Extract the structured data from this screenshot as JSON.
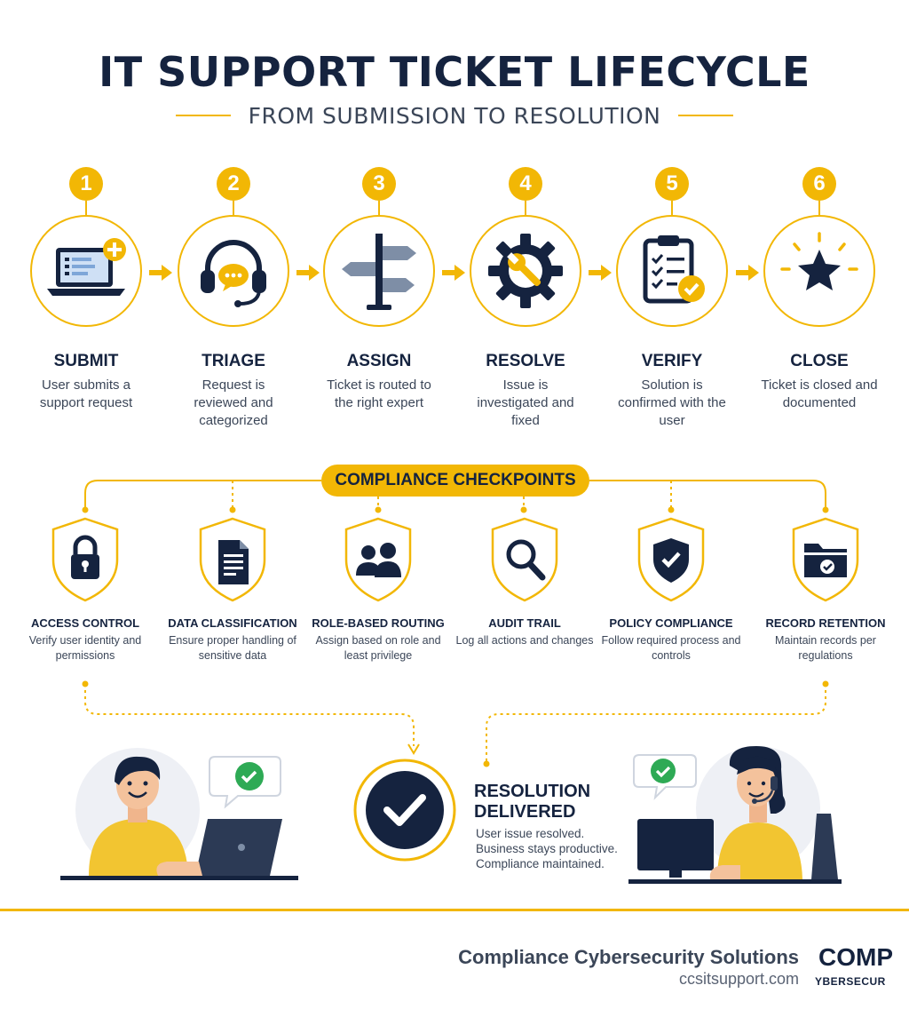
{
  "header": {
    "title": "IT SUPPORT TICKET LIFECYCLE",
    "subtitle": "FROM SUBMISSION TO RESOLUTION"
  },
  "steps": [
    {
      "number": "1",
      "label": "SUBMIT",
      "desc": "User submits a support request",
      "icon": "laptop-plus-icon"
    },
    {
      "number": "2",
      "label": "TRIAGE",
      "desc": "Request is reviewed and categorized",
      "icon": "headset-icon"
    },
    {
      "number": "3",
      "label": "ASSIGN",
      "desc": "Ticket is routed to the right expert",
      "icon": "signpost-icon"
    },
    {
      "number": "4",
      "label": "RESOLVE",
      "desc": "Issue is investigated and fixed",
      "icon": "gear-wrench-icon"
    },
    {
      "number": "5",
      "label": "VERIFY",
      "desc": "Solution is confirmed with the user",
      "icon": "clipboard-check-icon"
    },
    {
      "number": "6",
      "label": "CLOSE",
      "desc": "Ticket is closed and documented",
      "icon": "star-icon"
    }
  ],
  "checkpoints": {
    "title": "COMPLIANCE CHECKPOINTS",
    "items": [
      {
        "label": "ACCESS CONTROL",
        "desc": "Verify user identity and permissions",
        "icon": "padlock-icon"
      },
      {
        "label": "DATA CLASSIFICATION",
        "desc": "Ensure proper handling of sensitive data",
        "icon": "document-icon"
      },
      {
        "label": "ROLE-BASED ROUTING",
        "desc": "Assign based on role and least privilege",
        "icon": "users-icon"
      },
      {
        "label": "AUDIT TRAIL",
        "desc": "Log all actions and changes",
        "icon": "magnifier-icon"
      },
      {
        "label": "POLICY COMPLIANCE",
        "desc": "Follow required process and controls",
        "icon": "shield-check-icon"
      },
      {
        "label": "RECORD RETENTION",
        "desc": "Maintain records per regulations",
        "icon": "folder-check-icon"
      }
    ]
  },
  "resolution": {
    "title_line1": "RESOLUTION",
    "title_line2": "DELIVERED",
    "desc_line1": "User issue resolved.",
    "desc_line2": "Business stays productive.",
    "desc_line3": "Compliance maintained."
  },
  "footer": {
    "company": "Compliance Cybersecurity Solutions",
    "website": "ccsitsupport.com",
    "logo_big": "COMP",
    "logo_small": "YBERSECUR"
  },
  "colors": {
    "accent": "#f2b705",
    "navy": "#15233f",
    "text": "#3b4658",
    "success": "#2eaa55"
  }
}
